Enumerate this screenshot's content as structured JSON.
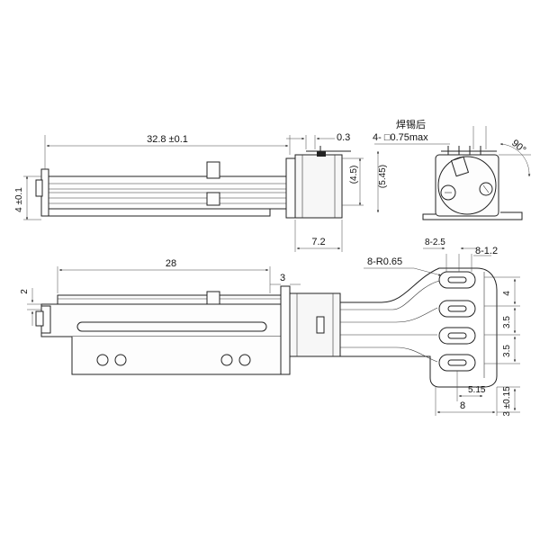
{
  "drawing": {
    "title": "",
    "dimensions": {
      "top_length": "32.8 ±0.1",
      "slot_gap": "0.3",
      "motor_height_a": "(4.5)",
      "motor_height_b": "(5.45)",
      "bracket_height": "4 ±0.1",
      "motor_length": "7.2",
      "screw_length": "28",
      "screw_offset": "3",
      "left_offset": "2",
      "pad_pitch_x": "8-2.5",
      "pad_width": "8-1.2",
      "pad_radius": "8-R0.65",
      "pad_pitch_1": "4",
      "pad_pitch_2": "3.5",
      "pad_pitch_3": "3.5",
      "pad_x": "5.15",
      "fpc_width": "8",
      "fpc_bottom": "3 ±0.15",
      "angle": "90°",
      "terminal_spec": "4- □0.75max"
    },
    "notes": {
      "solder_note": "焊锡后"
    }
  }
}
